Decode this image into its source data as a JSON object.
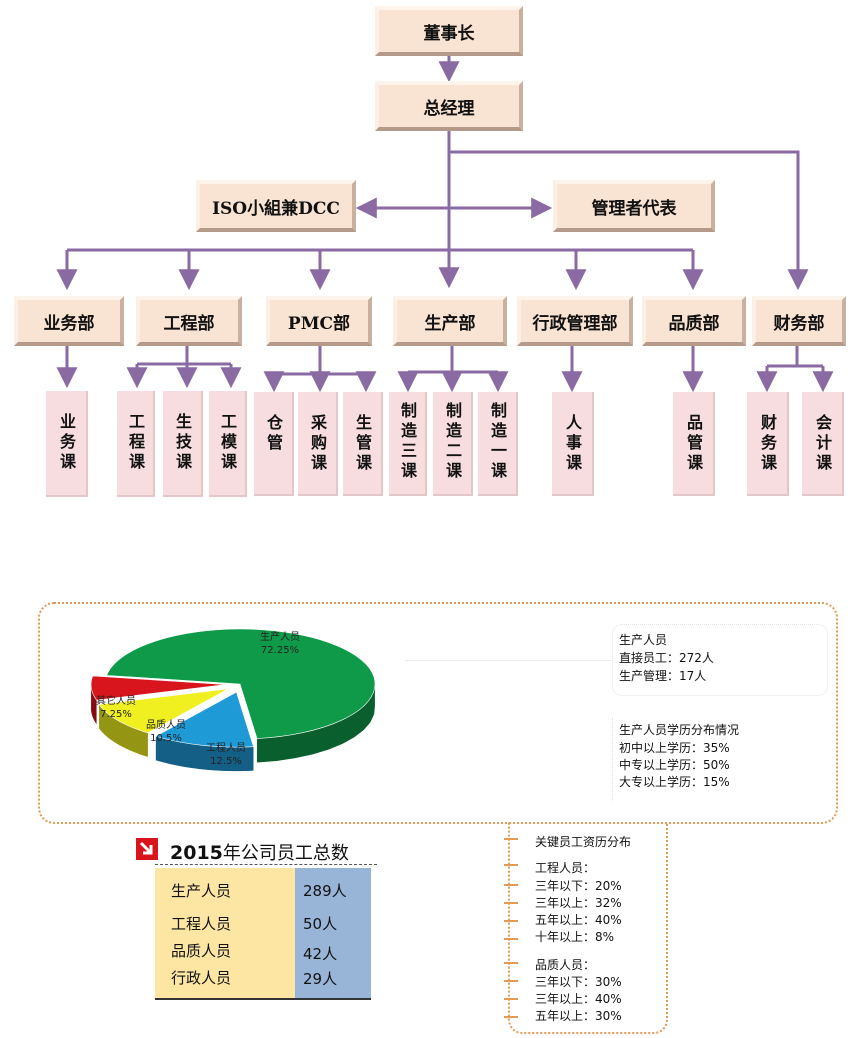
{
  "org": {
    "chairman": "董事长",
    "gm": "总经理",
    "iso": "ISO小組兼DCC",
    "rep": "管理者代表",
    "depts": [
      "业务部",
      "工程部",
      "PMC部",
      "生产部",
      "行政管理部",
      "品质部",
      "财务部"
    ],
    "sections": [
      "业务课",
      "工程课",
      "生技课",
      "工模课",
      "仓管",
      "采购课",
      "生管课",
      "制造三课",
      "制造二课",
      "制造一课",
      "人事课",
      "品管课",
      "财务课",
      "会计课"
    ]
  },
  "colors": {
    "line": "#8a6aa3",
    "box": "#f9e3d2",
    "vbox": "#f7dde0",
    "dot": "#e39a55"
  },
  "chart_data": {
    "type": "pie",
    "slices": [
      {
        "name": "生产人员",
        "label": "72.25%",
        "value": 72.25,
        "color": "#0e9a48"
      },
      {
        "name": "工程人员",
        "label": "12.5%",
        "value": 12.5,
        "color": "#1e9ad6"
      },
      {
        "name": "品质人员",
        "label": "10.5%",
        "value": 10.5,
        "color": "#f0f020"
      },
      {
        "name": "其它人员",
        "label": "7.25%",
        "value": 7.25,
        "color": "#d8141c"
      }
    ]
  },
  "production": {
    "title": "生产人员",
    "direct": "直接员工：272人",
    "mgmt": "生产管理：17人"
  },
  "education": {
    "title": "生产人员学历分布情况",
    "lines": [
      "初中以上学历：35%",
      "中专以上学历：50%",
      "大专以上学历：15%"
    ]
  },
  "totals": {
    "year": "2015",
    "title_rest": "年公司员工总数",
    "rows": [
      {
        "name": "生产人员",
        "count": "289人"
      },
      {
        "name": "工程人员",
        "count": "50人"
      },
      {
        "name": "品质人员",
        "count": "42人"
      },
      {
        "name": "行政人员",
        "count": "29人"
      }
    ]
  },
  "key": {
    "title": "关键员工资历分布",
    "eng_title": "工程人员：",
    "eng": [
      "三年以下：20%",
      "三年以上：32%",
      "五年以上：40%",
      "十年以上：8%"
    ],
    "qc_title": "品质人员：",
    "qc": [
      "三年以下：30%",
      "三年以上：40%",
      "五年以上：30%"
    ]
  }
}
